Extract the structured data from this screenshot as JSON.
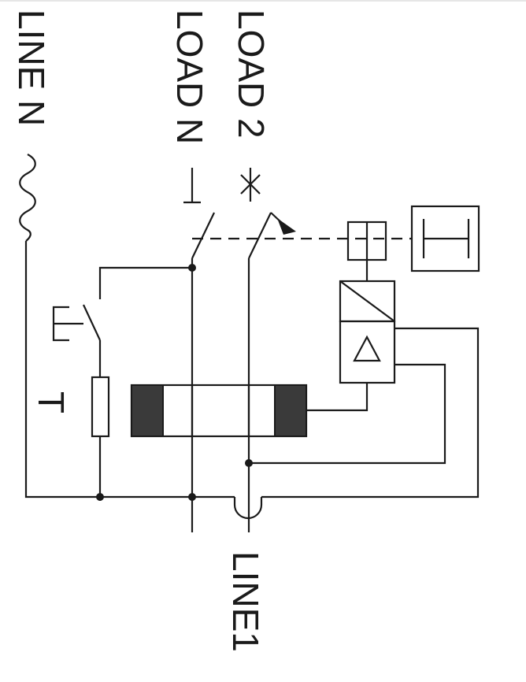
{
  "labels": {
    "line_n": "LINE N",
    "load_n": "LOAD N",
    "load_2": "LOAD 2",
    "line_1": "LINE1",
    "test": "T"
  }
}
